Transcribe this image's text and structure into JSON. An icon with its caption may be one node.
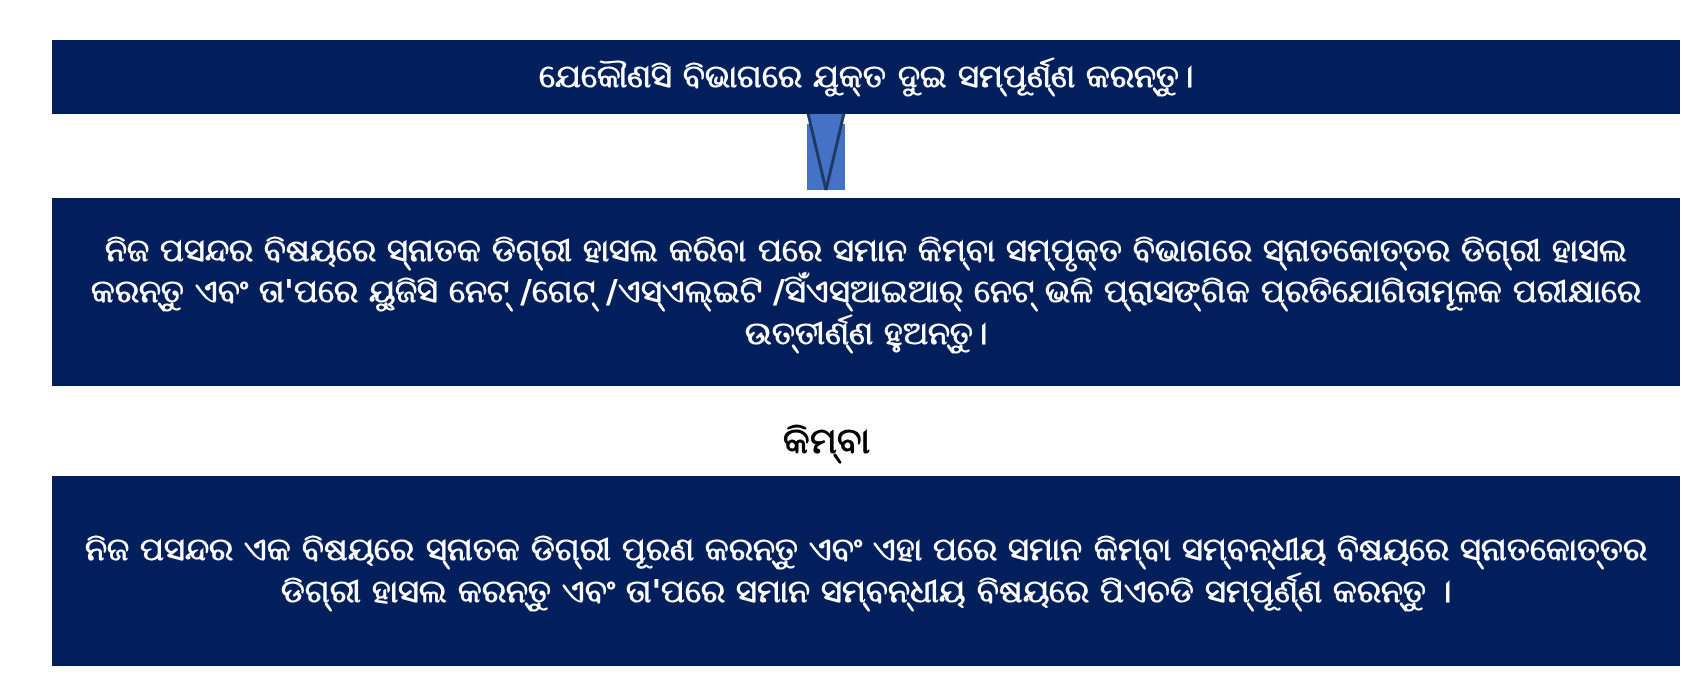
{
  "diagram": {
    "nodes": [
      {
        "text": [
          "ଯେକୌଣସି ବିଭାଗରେ ଯୁକ୍ତ ଦୁଇ ସମ୍ପୂର୍ଣ୍ଣ କରନ୍ତୁ।"
        ]
      },
      {
        "text": [
          "ନିଜ ପସନ୍ଦର ବିଷୟରେ ସ୍ନାତକ ଡିଗ୍ରୀ ହାସଲ କରିବା ପରେ ସମାନ କିମ୍ବା ସମ୍ପୃକ୍ତ ବିଭାଗରେ ସ୍ନାତକୋତ୍ତର ଡିଗ୍ରୀ ହାସଲ କରନ୍ତୁ ଏବଂ ତା'ପରେ ୟୁଜିସି ନେଟ୍ /ଗେଟ୍ /ଏସ୍ଏଲ୍ଇଟି /ସିଁଏସ୍ଆଇଆର୍ ନେଟ୍ ଭଳି ପ୍ରାସଙ୍ଗିକ ପ୍ରତିଯୋଗିତାମୂଳକ ପରୀକ୍ଷାରେ ଉତ୍ତୀର୍ଣ୍ଣ ହୁଅନ୍ତୁ।"
        ]
      },
      {
        "text": [
          "ନିଜ ପସନ୍ଦର ଏକ ବିଷୟରେ ସ୍ନାତକ ଡିଗ୍ରୀ ପୂରଣ କରନ୍ତୁ ଏବଂ ଏହା ପରେ ସମାନ କିମ୍ବା ସମ୍ବନ୍ଧୀୟ ବିଷୟରେ ସ୍ନାତକୋତ୍ତର ଡିଗ୍ରୀ ହାସଲ କରନ୍ତୁ ଏବଂ ତା'ପରେ ସମାନ ସମ୍ବନ୍ଧୀୟ ବିଷୟରେ ପିଏଚଡି ସମ୍ପୂର୍ଣ୍ଣ କରନ୍ତୁ ।"
        ]
      }
    ],
    "edges": [
      {
        "from": 0,
        "to": 1,
        "arrow": "to"
      }
    ],
    "labels": [
      "କିମ୍ବା"
    ]
  }
}
